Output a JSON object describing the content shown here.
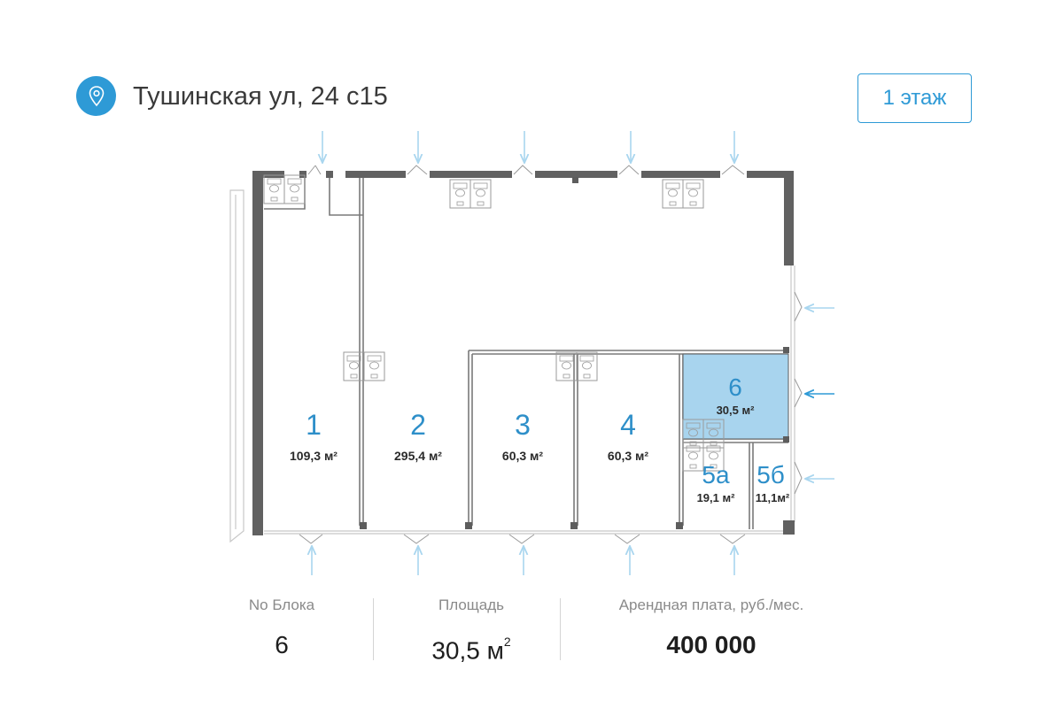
{
  "header": {
    "address": "Тушинская ул, 24 с15",
    "floor_label": "1 этаж",
    "icon": "map-pin-icon"
  },
  "colors": {
    "accent": "#2e9ad6",
    "highlight_fill": "#a8d4ee",
    "wall": "#616161",
    "arrow": "#a9d6ef"
  },
  "blocks": [
    {
      "id": "1",
      "number": "1",
      "area": "109,3 м²"
    },
    {
      "id": "2",
      "number": "2",
      "area": "295,4 м²"
    },
    {
      "id": "3",
      "number": "3",
      "area": "60,3 м²"
    },
    {
      "id": "4",
      "number": "4",
      "area": "60,3 м²"
    },
    {
      "id": "5a",
      "number": "5а",
      "area": "19,1 м²"
    },
    {
      "id": "5b",
      "number": "5б",
      "area": "11,1м²"
    },
    {
      "id": "6",
      "number": "6",
      "area": "30,5 м²"
    }
  ],
  "selected_block": "6",
  "info": {
    "block_label": "No Блока",
    "block_value": "6",
    "area_label": "Площадь",
    "area_value": "30,5 м",
    "area_sup": "2",
    "rent_label": "Арендная плата, руб./мес.",
    "rent_value": "400 000"
  }
}
